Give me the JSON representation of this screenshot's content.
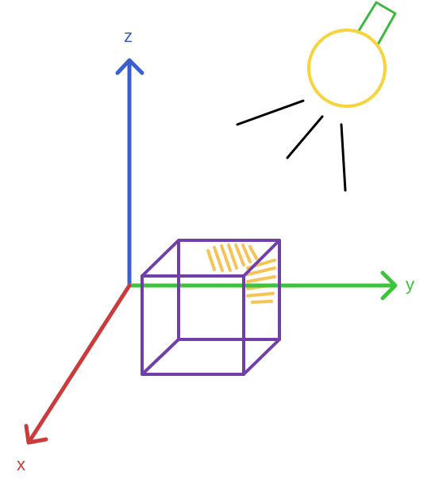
{
  "axes": {
    "z": {
      "label": "z",
      "color": "#3b5fcf"
    },
    "y": {
      "label": "y",
      "color": "#3cc43c"
    },
    "x": {
      "label": "x",
      "color": "#cc3b3b"
    }
  },
  "cube": {
    "color": "#7040a8",
    "shading_color": "#f5b93a"
  },
  "sun": {
    "color": "#f7d43c",
    "rays_color": "#000000",
    "accent_color": "#3cb83c"
  }
}
